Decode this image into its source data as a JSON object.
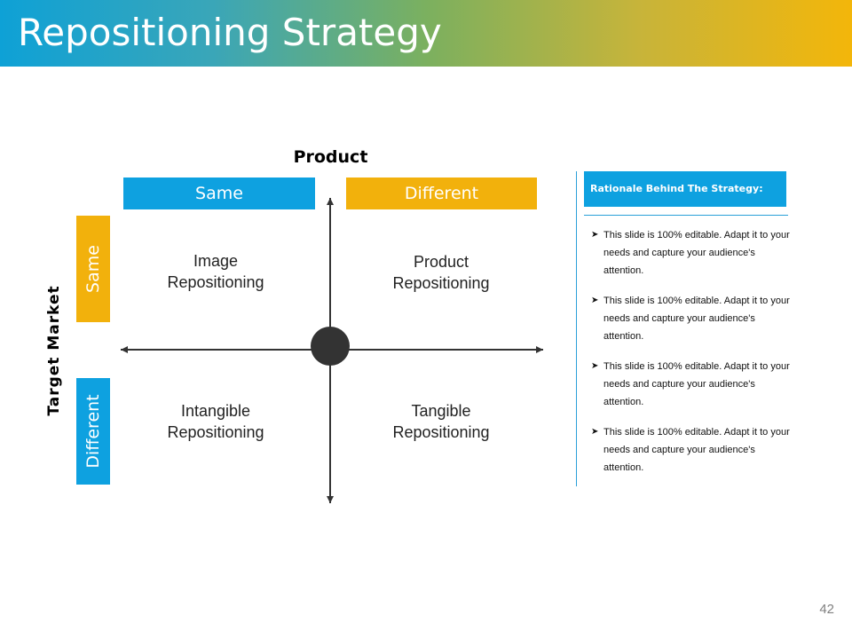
{
  "slide": {
    "title": "Repositioning Strategy",
    "page_number": "42"
  },
  "matrix": {
    "x_axis_label": "Product",
    "y_axis_label": "Target Market",
    "columns": [
      "Same",
      "Different"
    ],
    "rows": [
      "Same",
      "Different"
    ],
    "quadrants": {
      "top_left": {
        "line1": "Image",
        "line2": "Repositioning"
      },
      "top_right": {
        "line1": "Product",
        "line2": "Repositioning"
      },
      "bottom_left": {
        "line1": "Intangible",
        "line2": "Repositioning"
      },
      "bottom_right": {
        "line1": "Tangible",
        "line2": "Repositioning"
      }
    },
    "colors": {
      "blue": "#0ea1e0",
      "gold": "#f2b10c",
      "axis": "#333333"
    }
  },
  "rationale": {
    "heading": "Rationale Behind The Strategy:",
    "bullets": [
      "This slide is 100% editable. Adapt it to your needs and capture your audience's attention.",
      "This slide is 100% editable. Adapt it to your needs and capture your audience's attention.",
      "This slide is 100% editable. Adapt it to your needs and capture your audience's attention.",
      "This slide is 100% editable. Adapt it to your needs and capture your audience's attention."
    ]
  }
}
